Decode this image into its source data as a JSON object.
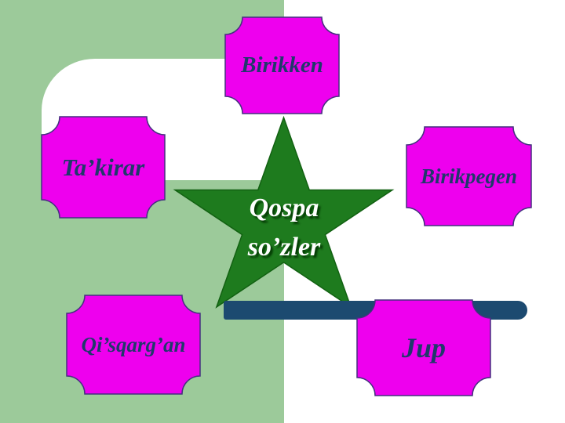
{
  "slide": {
    "background_color": "#9cca9a",
    "panel_color": "#ffffff",
    "bar_color": "#1c4a70",
    "node_fill": "#ee00ee",
    "node_stroke": "#44317f",
    "node_text_color": "#20396b",
    "star": {
      "fill": "#1e7b1e",
      "stroke": "#126112",
      "text_color": "#ffffff",
      "label_line1": "Qospa",
      "label_line2": "so’zler"
    },
    "nodes": [
      {
        "id": "birikken",
        "label": "Birikken"
      },
      {
        "id": "takirar",
        "label": "Ta’kirar"
      },
      {
        "id": "birikpegen",
        "label": "Birikpegen"
      },
      {
        "id": "qisqargan",
        "label": "Qi’sqarg’an"
      },
      {
        "id": "jup",
        "label": "Jup"
      }
    ]
  }
}
